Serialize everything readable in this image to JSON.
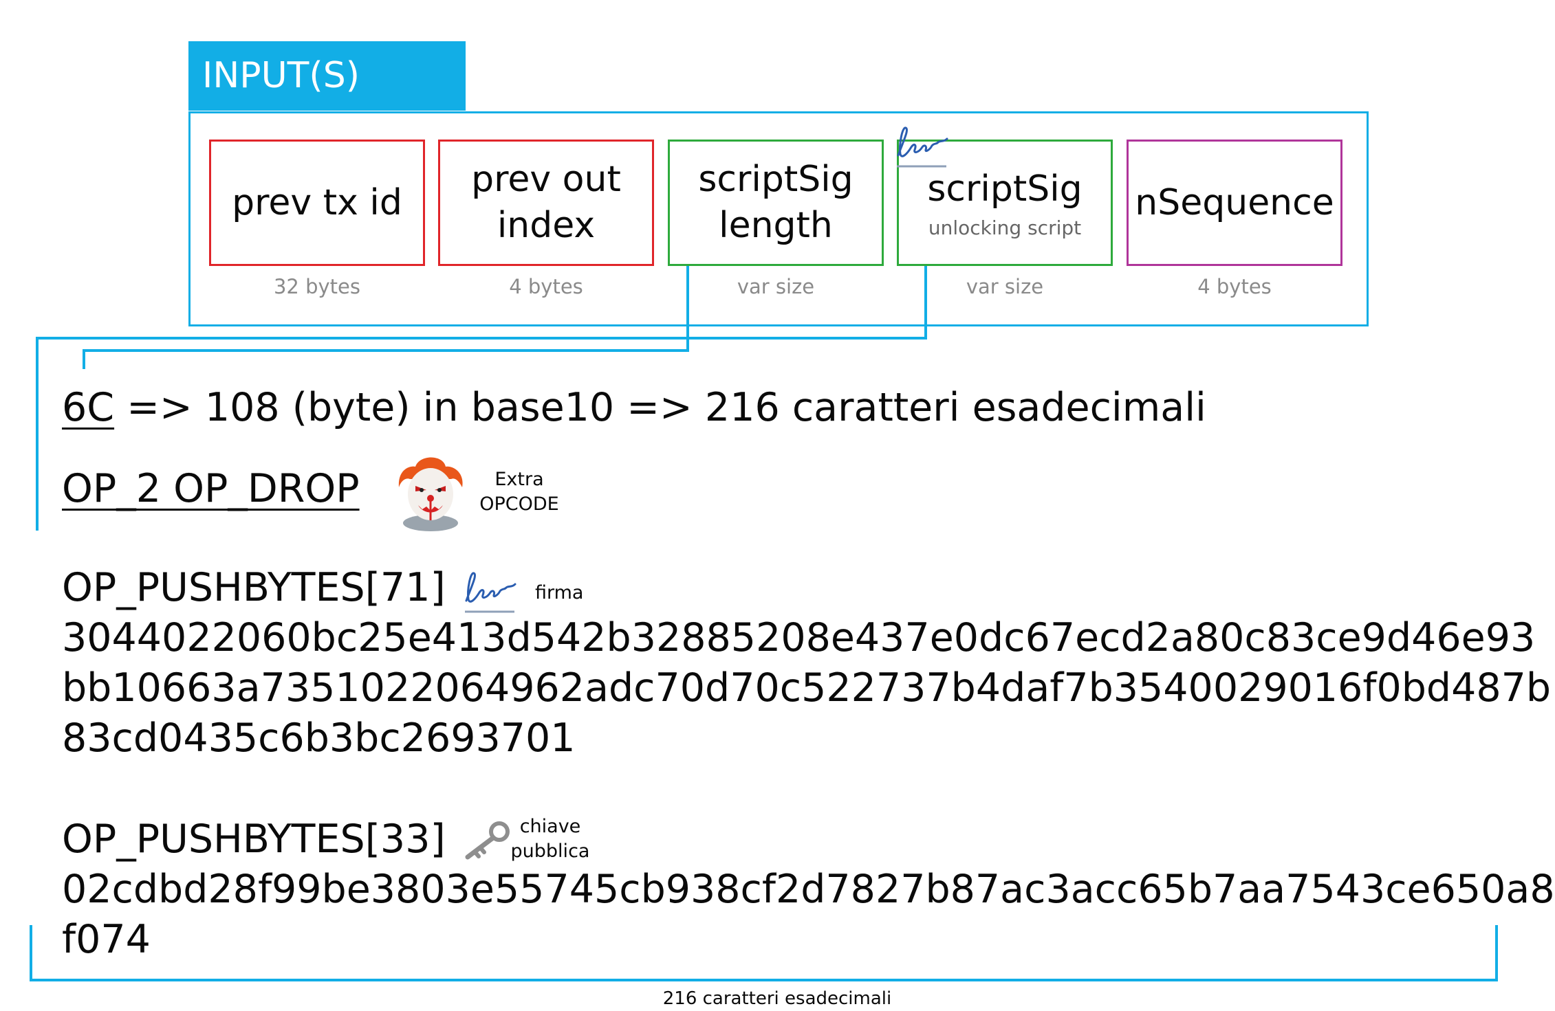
{
  "input_header": {
    "title": "INPUT(S)"
  },
  "fields": [
    {
      "name": "prev tx id",
      "sub": "",
      "size": "32 bytes",
      "color": "#e0252a"
    },
    {
      "name": "prev out index",
      "sub": "",
      "size": "4 bytes",
      "color": "#e0252a"
    },
    {
      "name": "scriptSig length",
      "sub": "",
      "size": "var size",
      "color": "#2eaa3c"
    },
    {
      "name": "scriptSig",
      "sub": "unlocking script",
      "size": "var size",
      "color": "#2eaa3c"
    },
    {
      "name": "nSequence",
      "sub": "",
      "size": "4 bytes",
      "color": "#b0359a"
    }
  ],
  "script": {
    "length_line": {
      "hex": "6C",
      "rest": "=> 108 (byte) in base10 => 216 caratteri esadecimali"
    },
    "extra_op": {
      "code": "OP_2 OP_DROP",
      "note": "Extra OPCODE"
    },
    "signature": {
      "op": "OP_PUSHBYTES[71]",
      "note": "firma",
      "hex_lines": [
        "3044022060bc25e413d542b32885208e437e0dc67ecd2a80c83ce9d46e93",
        "bb10663a7351022064962adc70d70c522737b4daf7b3540029016f0bd487b",
        "83cd0435c6b3bc2693701"
      ]
    },
    "pubkey": {
      "op": "OP_PUSHBYTES[33]",
      "note": "chiave pubblica",
      "hex_lines": [
        "02cdbd28f99be3803e55745cb938cf2d7827b87ac3acc65b7aa7543ce650a8",
        "f074"
      ]
    },
    "total_note": "216 caratteri esadecimali"
  },
  "colors": {
    "accent": "#12aee6",
    "red": "#e0252a",
    "green": "#2eaa3c",
    "purple": "#b0359a",
    "signature_ink": "#2a5db0"
  },
  "icons": [
    "signature-icon",
    "clown-icon",
    "key-icon"
  ]
}
